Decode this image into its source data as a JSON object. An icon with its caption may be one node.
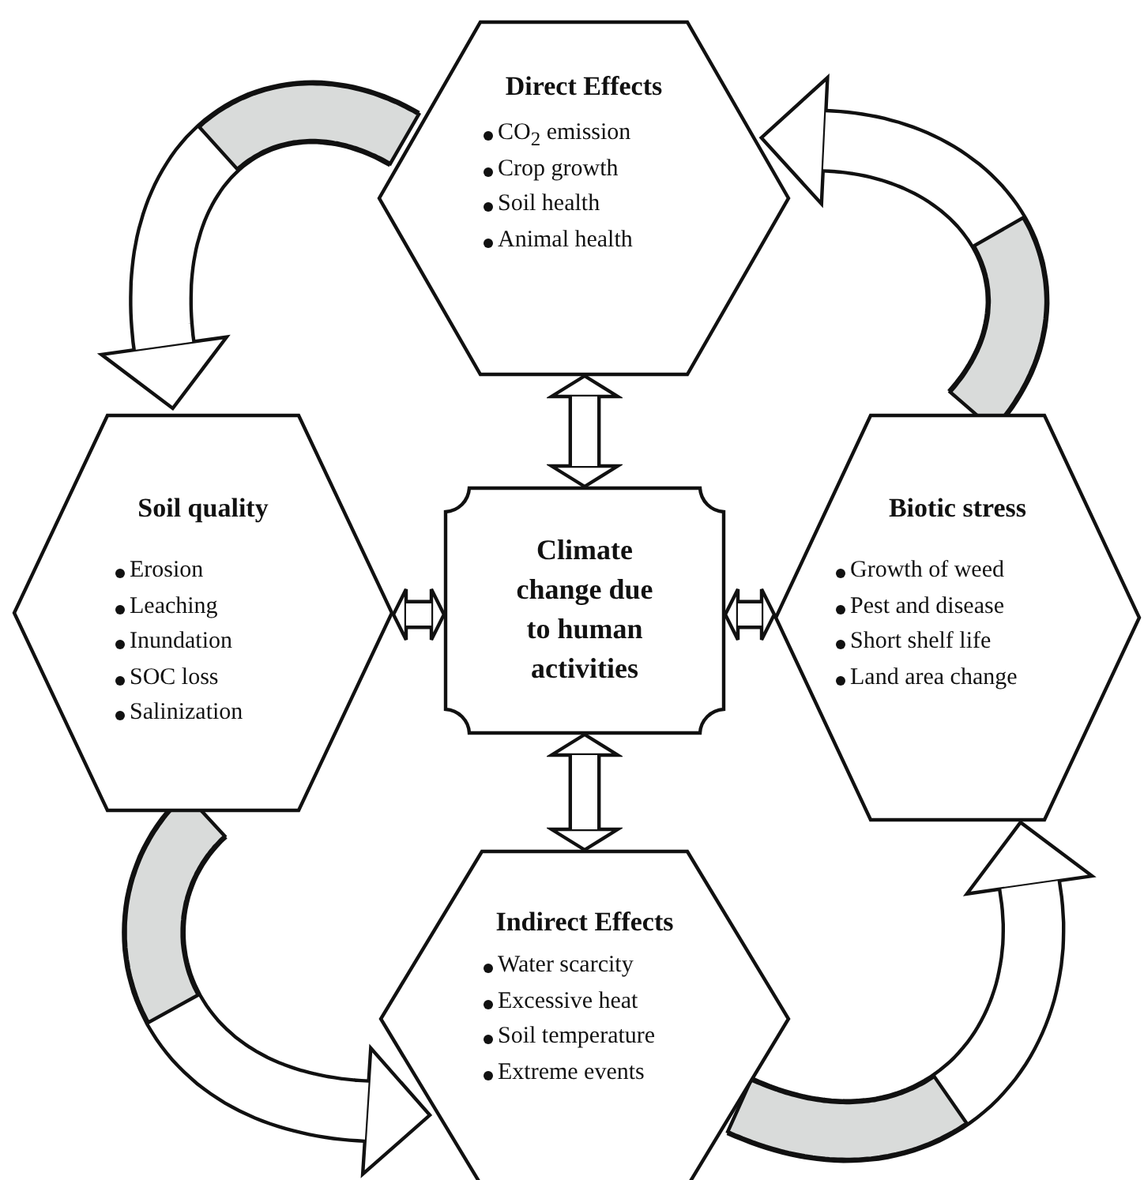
{
  "diagram": {
    "nodes": [
      {
        "text": [
          "Direct Effects",
          "CO$_{2}$ emission",
          "Crop growth",
          "Soil health",
          "Animal health"
        ]
      },
      {
        "text": [
          "Soil quality",
          "Erosion",
          "Leaching",
          "Inundation",
          "SOC loss",
          "Salinization"
        ]
      },
      {
        "text": [
          "Climate change due to human activities"
        ]
      },
      {
        "text": [
          "Biotic stress",
          "Growth of weed",
          "Pest and disease",
          "Short shelf life",
          "Land area change"
        ]
      },
      {
        "text": [
          "Indirect Effects",
          "Water scarcity",
          "Excessive heat",
          "Soil temperature",
          "Extreme events"
        ]
      }
    ],
    "edges": [
      {
        "from": 2,
        "to": 0,
        "arrow": "both"
      },
      {
        "from": 2,
        "to": 1,
        "arrow": "both"
      },
      {
        "from": 2,
        "to": 3,
        "arrow": "both"
      },
      {
        "from": 2,
        "to": 4,
        "arrow": "both"
      },
      {
        "from": 0,
        "to": 1,
        "arrow": "to",
        "style": "thick"
      },
      {
        "from": 1,
        "to": 4,
        "arrow": "to",
        "style": "thick"
      },
      {
        "from": 4,
        "to": 3,
        "arrow": "to",
        "style": "thick"
      },
      {
        "from": 3,
        "to": 0,
        "arrow": "to",
        "style": "thick"
      }
    ]
  }
}
